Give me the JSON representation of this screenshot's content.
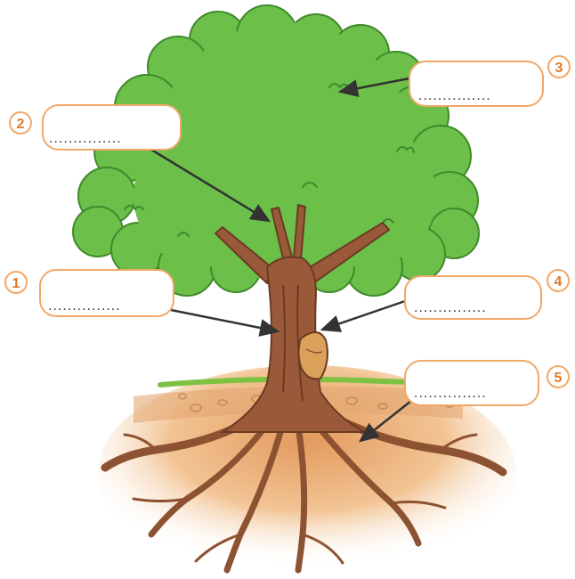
{
  "labels": [
    {
      "number": "1",
      "blank": "...............",
      "part": "trunk"
    },
    {
      "number": "2",
      "blank": "...............",
      "part": "branch"
    },
    {
      "number": "3",
      "blank": "...............",
      "part": "leaf"
    },
    {
      "number": "4",
      "blank": "...............",
      "part": "bark"
    },
    {
      "number": "5",
      "blank": "...............",
      "part": "roots"
    }
  ],
  "colors": {
    "foliage": "#6cc04a",
    "foliage_edge": "#3f8a2a",
    "trunk": "#9a5a3a",
    "trunk_dark": "#6b3a22",
    "bark_patch": "#d9a15a",
    "soil": "#e6b07a",
    "grass": "#7dc242",
    "label_border": "#f0a868",
    "number_circle": "#f0a868",
    "number_text": "#e0782a",
    "arrow": "#333333"
  }
}
